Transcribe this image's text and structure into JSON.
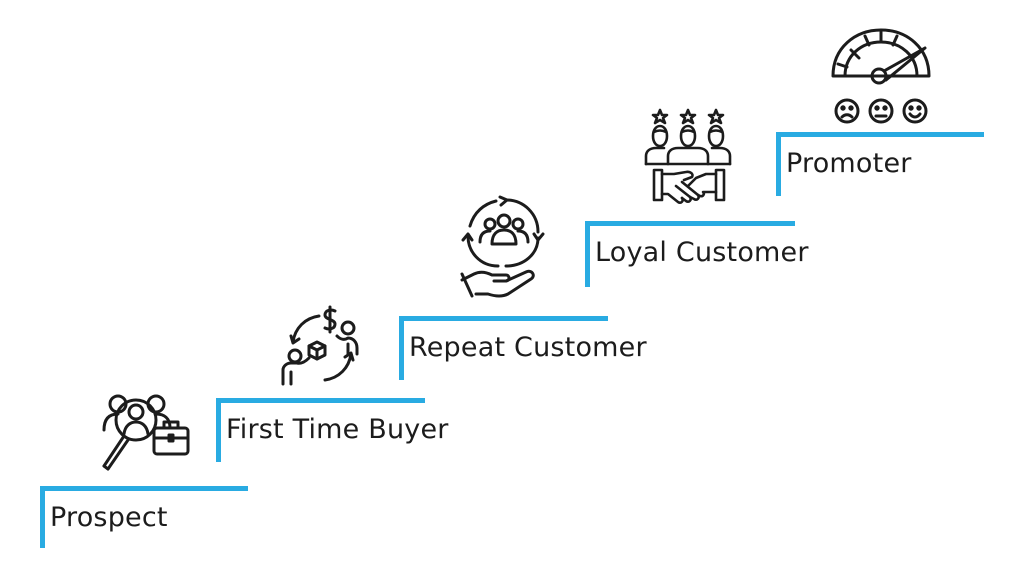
{
  "diagram": {
    "accent_color": "#29abe2",
    "stages": [
      {
        "label": "Prospect",
        "icon": "prospect-search-icon"
      },
      {
        "label": "First Time Buyer",
        "icon": "purchase-exchange-icon"
      },
      {
        "label": "Repeat Customer",
        "icon": "customer-cycle-icon"
      },
      {
        "label": "Loyal Customer",
        "icon": "rated-handshake-icon"
      },
      {
        "label": "Promoter",
        "icon": "satisfaction-gauge-icon"
      }
    ]
  }
}
